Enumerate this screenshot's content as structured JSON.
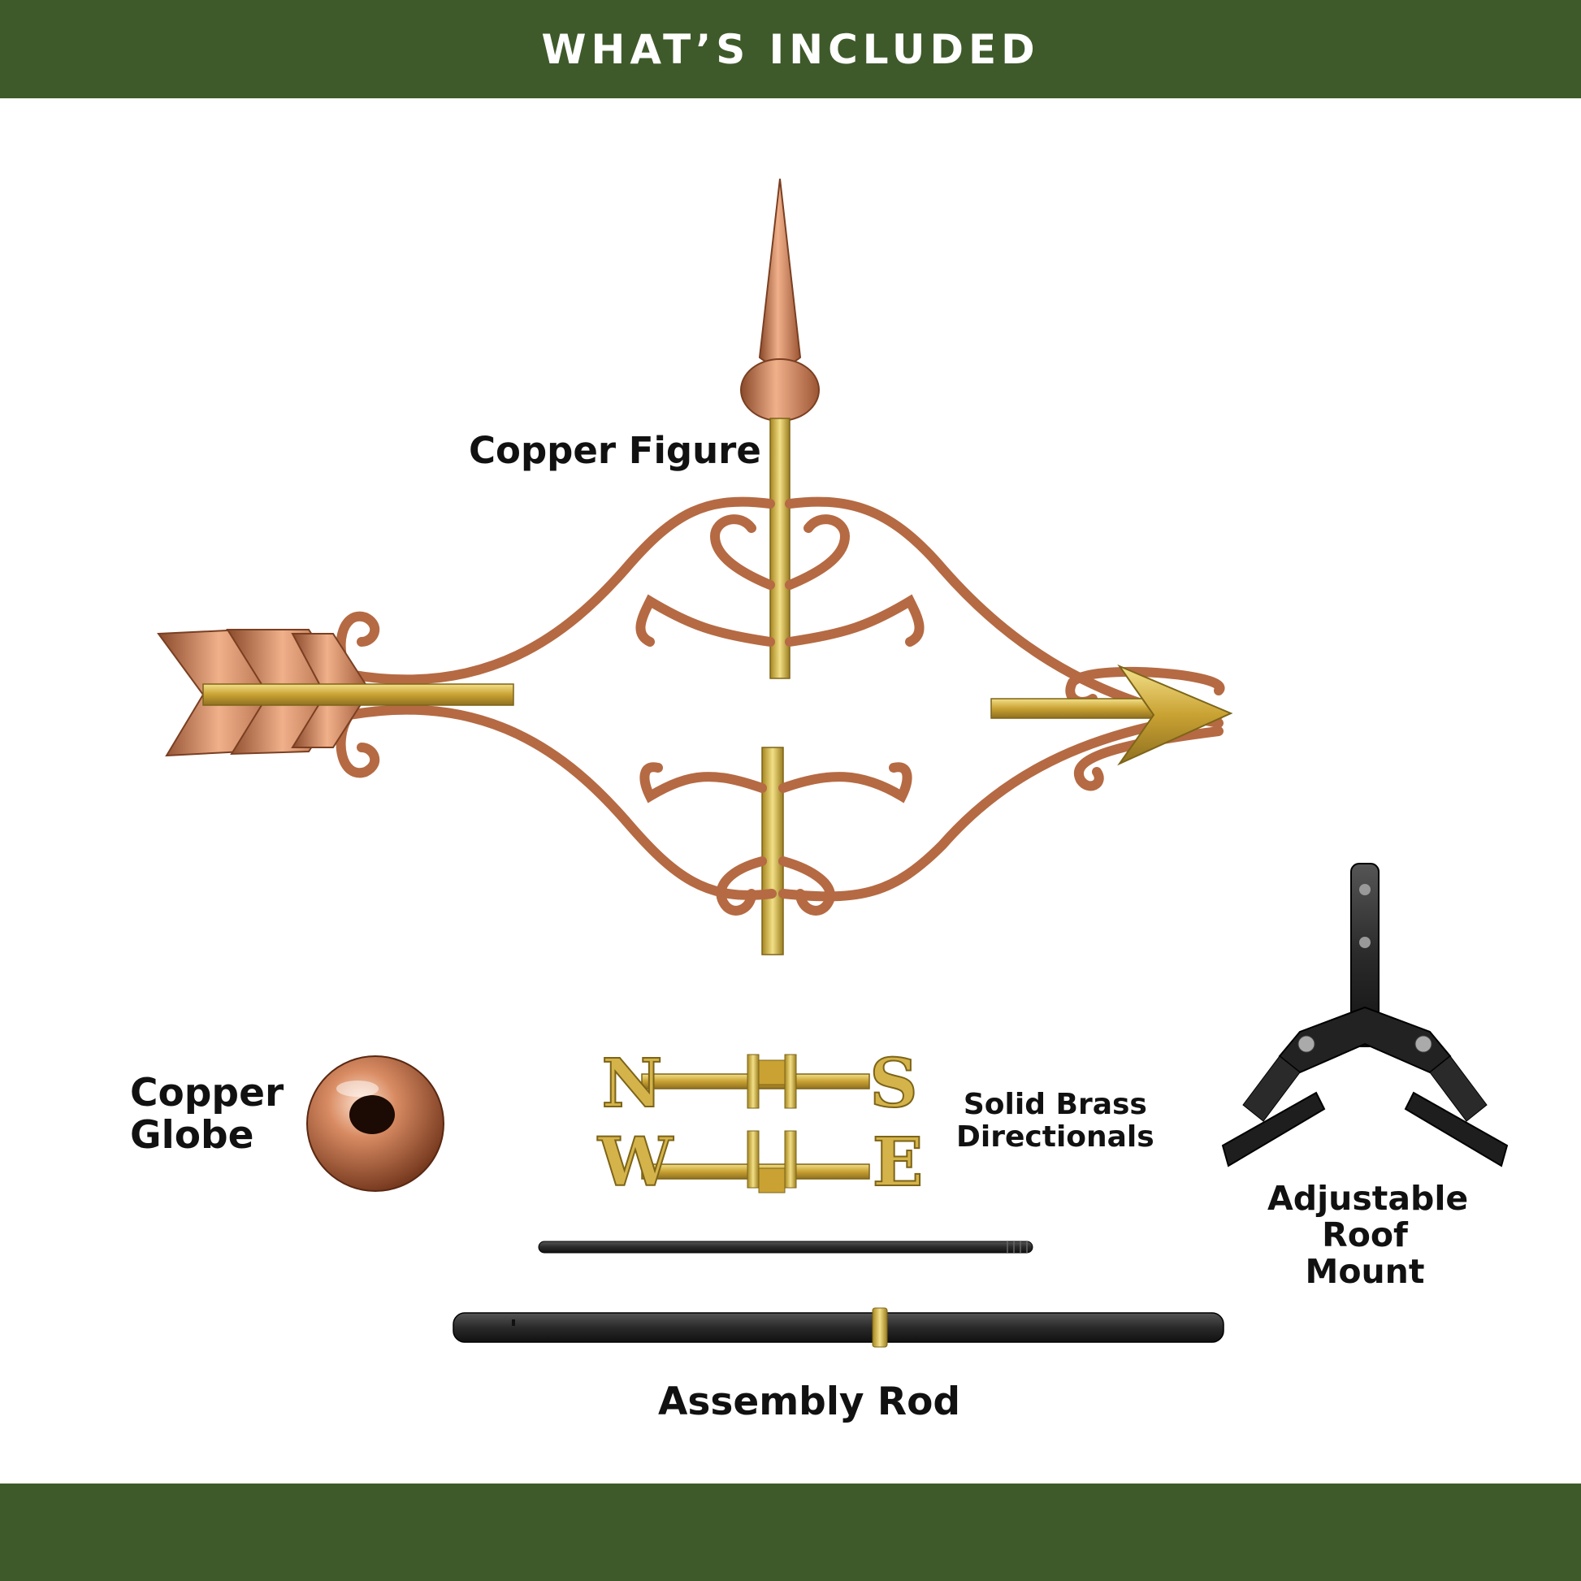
{
  "header": {
    "title": "WHAT’S INCLUDED"
  },
  "labels": {
    "copper_figure": "Copper Figure",
    "copper_globe": "Copper\nGlobe",
    "solid_brass_directionals": "Solid Brass\nDirectionals",
    "adjustable_roof_mount": "Adjustable\nRoof\nMount",
    "assembly_rod": "Assembly Rod"
  },
  "directionals": {
    "north": "N",
    "south": "S",
    "west": "W",
    "east": "E"
  },
  "colors": {
    "banner": "#3f5a2a",
    "copper": "#c77a50",
    "brass": "#d4b44a",
    "black_metal": "#2a2a2a"
  }
}
